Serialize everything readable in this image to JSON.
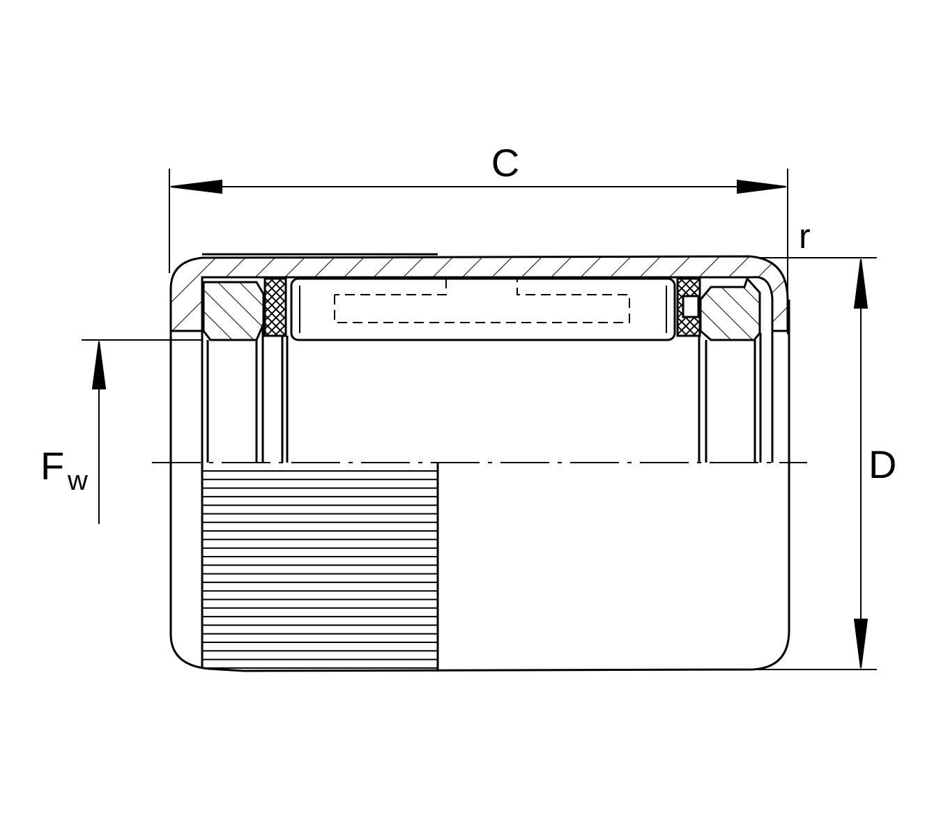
{
  "labels": {
    "width_dim": "C",
    "radius_dim": "r",
    "outer_diameter_dim": "D",
    "bore_dim_main": "F",
    "bore_dim_sub": "w"
  },
  "colors": {
    "line": "#000000",
    "background": "#ffffff"
  }
}
